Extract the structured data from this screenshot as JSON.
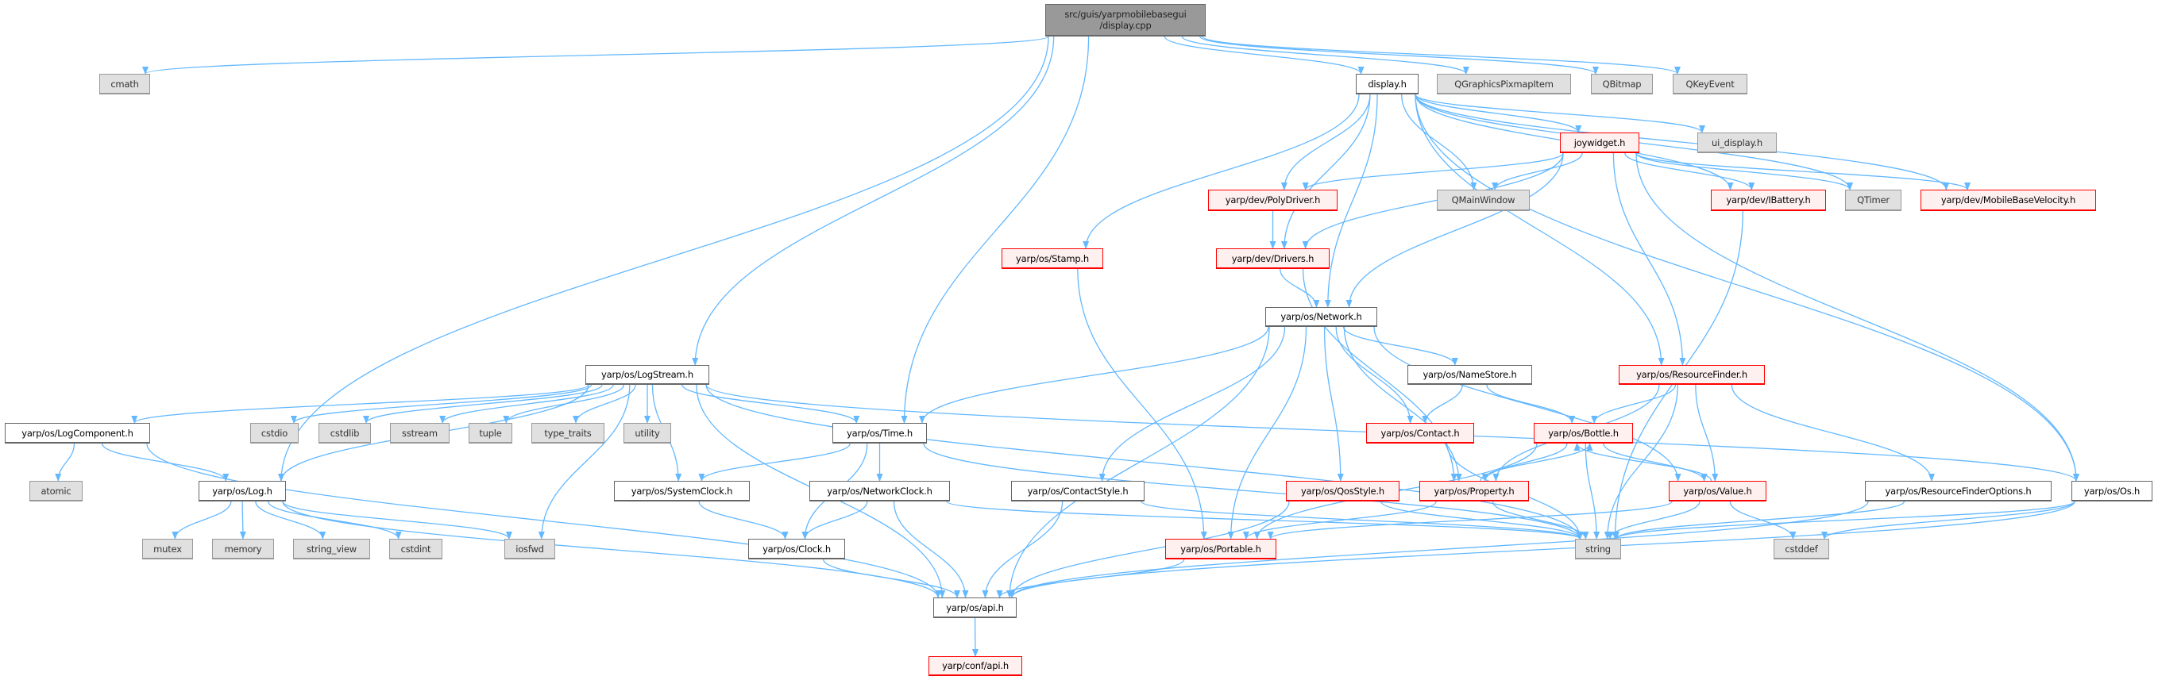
{
  "graph": {
    "edge_color": "#63b8ff",
    "nodes": [
      {
        "id": "root",
        "kind": "root",
        "label": "src/guis/yarpmobilebasegui",
        "label2": "/display.cpp"
      },
      {
        "id": "cmath",
        "kind": "system",
        "label": "cmath"
      },
      {
        "id": "display_h",
        "kind": "normal",
        "label": "display.h"
      },
      {
        "id": "qgpi",
        "kind": "system",
        "label": "QGraphicsPixmapItem"
      },
      {
        "id": "qbitmap",
        "kind": "system",
        "label": "QBitmap"
      },
      {
        "id": "qkeyevent",
        "kind": "system",
        "label": "QKeyEvent"
      },
      {
        "id": "joywidget",
        "kind": "red",
        "label": "joywidget.h"
      },
      {
        "id": "ui_display",
        "kind": "system",
        "label": "ui_display.h"
      },
      {
        "id": "polydriver",
        "kind": "red",
        "label": "yarp/dev/PolyDriver.h"
      },
      {
        "id": "qmainwindow",
        "kind": "system",
        "label": "QMainWindow"
      },
      {
        "id": "ibattery",
        "kind": "red",
        "label": "yarp/dev/IBattery.h"
      },
      {
        "id": "qtimer",
        "kind": "system",
        "label": "QTimer"
      },
      {
        "id": "mbv",
        "kind": "red",
        "label": "yarp/dev/MobileBaseVelocity.h"
      },
      {
        "id": "stamp",
        "kind": "red",
        "label": "yarp/os/Stamp.h"
      },
      {
        "id": "drivers",
        "kind": "red",
        "label": "yarp/dev/Drivers.h"
      },
      {
        "id": "network",
        "kind": "normal",
        "label": "yarp/os/Network.h"
      },
      {
        "id": "logstream",
        "kind": "normal",
        "label": "yarp/os/LogStream.h"
      },
      {
        "id": "namestore",
        "kind": "normal",
        "label": "yarp/os/NameStore.h"
      },
      {
        "id": "resfinder",
        "kind": "red",
        "label": "yarp/os/ResourceFinder.h"
      },
      {
        "id": "logcomponent",
        "kind": "normal",
        "label": "yarp/os/LogComponent.h"
      },
      {
        "id": "cstdio",
        "kind": "system",
        "label": "cstdio"
      },
      {
        "id": "cstdlib",
        "kind": "system",
        "label": "cstdlib"
      },
      {
        "id": "sstream",
        "kind": "system",
        "label": "sstream"
      },
      {
        "id": "tuple",
        "kind": "system",
        "label": "tuple"
      },
      {
        "id": "type_traits",
        "kind": "system",
        "label": "type_traits"
      },
      {
        "id": "utility",
        "kind": "system",
        "label": "utility"
      },
      {
        "id": "time",
        "kind": "normal",
        "label": "yarp/os/Time.h"
      },
      {
        "id": "contact",
        "kind": "red",
        "label": "yarp/os/Contact.h"
      },
      {
        "id": "bottle",
        "kind": "red",
        "label": "yarp/os/Bottle.h"
      },
      {
        "id": "atomic",
        "kind": "system",
        "label": "atomic"
      },
      {
        "id": "log",
        "kind": "normal",
        "label": "yarp/os/Log.h"
      },
      {
        "id": "systemclock",
        "kind": "normal",
        "label": "yarp/os/SystemClock.h"
      },
      {
        "id": "networkclock",
        "kind": "normal",
        "label": "yarp/os/NetworkClock.h"
      },
      {
        "id": "contactstyle",
        "kind": "normal",
        "label": "yarp/os/ContactStyle.h"
      },
      {
        "id": "qosstyle",
        "kind": "red",
        "label": "yarp/os/QosStyle.h"
      },
      {
        "id": "property",
        "kind": "red",
        "label": "yarp/os/Property.h"
      },
      {
        "id": "value",
        "kind": "red",
        "label": "yarp/os/Value.h"
      },
      {
        "id": "rfoptions",
        "kind": "normal",
        "label": "yarp/os/ResourceFinderOptions.h"
      },
      {
        "id": "os",
        "kind": "normal",
        "label": "yarp/os/Os.h"
      },
      {
        "id": "mutex",
        "kind": "system",
        "label": "mutex"
      },
      {
        "id": "memory",
        "kind": "system",
        "label": "memory"
      },
      {
        "id": "string_view",
        "kind": "system",
        "label": "string_view"
      },
      {
        "id": "cstdint",
        "kind": "system",
        "label": "cstdint"
      },
      {
        "id": "iosfwd",
        "kind": "system",
        "label": "iosfwd"
      },
      {
        "id": "clock",
        "kind": "normal",
        "label": "yarp/os/Clock.h"
      },
      {
        "id": "portable",
        "kind": "red",
        "label": "yarp/os/Portable.h"
      },
      {
        "id": "string",
        "kind": "system",
        "label": "string"
      },
      {
        "id": "cstddef",
        "kind": "system",
        "label": "cstddef"
      },
      {
        "id": "api",
        "kind": "normal",
        "label": "yarp/os/api.h"
      },
      {
        "id": "confapi",
        "kind": "red",
        "label": "yarp/conf/api.h"
      }
    ],
    "edges": [
      [
        "root",
        "cmath"
      ],
      [
        "root",
        "display_h"
      ],
      [
        "root",
        "qgpi"
      ],
      [
        "root",
        "qbitmap"
      ],
      [
        "root",
        "qkeyevent"
      ],
      [
        "root",
        "log"
      ],
      [
        "root",
        "logstream"
      ],
      [
        "root",
        "time"
      ],
      [
        "display_h",
        "joywidget"
      ],
      [
        "display_h",
        "ui_display"
      ],
      [
        "display_h",
        "polydriver"
      ],
      [
        "display_h",
        "qmainwindow"
      ],
      [
        "display_h",
        "ibattery"
      ],
      [
        "display_h",
        "qtimer"
      ],
      [
        "display_h",
        "mbv"
      ],
      [
        "display_h",
        "stamp"
      ],
      [
        "display_h",
        "drivers"
      ],
      [
        "display_h",
        "network"
      ],
      [
        "display_h",
        "resfinder"
      ],
      [
        "display_h",
        "os"
      ],
      [
        "joywidget",
        "polydriver"
      ],
      [
        "joywidget",
        "qmainwindow"
      ],
      [
        "joywidget",
        "ibattery"
      ],
      [
        "joywidget",
        "qtimer"
      ],
      [
        "joywidget",
        "mbv"
      ],
      [
        "joywidget",
        "drivers"
      ],
      [
        "joywidget",
        "network"
      ],
      [
        "joywidget",
        "resfinder"
      ],
      [
        "joywidget",
        "os"
      ],
      [
        "polydriver",
        "drivers"
      ],
      [
        "drivers",
        "network"
      ],
      [
        "drivers",
        "property"
      ],
      [
        "stamp",
        "portable"
      ],
      [
        "ibattery",
        "string"
      ],
      [
        "network",
        "time"
      ],
      [
        "network",
        "contactstyle"
      ],
      [
        "network",
        "namestore"
      ],
      [
        "network",
        "contact"
      ],
      [
        "network",
        "qosstyle"
      ],
      [
        "network",
        "property"
      ],
      [
        "network",
        "value"
      ],
      [
        "network",
        "portable"
      ],
      [
        "network",
        "api"
      ],
      [
        "namestore",
        "contact"
      ],
      [
        "namestore",
        "bottle"
      ],
      [
        "resfinder",
        "bottle"
      ],
      [
        "resfinder",
        "property"
      ],
      [
        "resfinder",
        "value"
      ],
      [
        "resfinder",
        "string"
      ],
      [
        "resfinder",
        "rfoptions"
      ],
      [
        "logstream",
        "logcomponent"
      ],
      [
        "logstream",
        "log"
      ],
      [
        "logstream",
        "cstdio"
      ],
      [
        "logstream",
        "cstdlib"
      ],
      [
        "logstream",
        "sstream"
      ],
      [
        "logstream",
        "tuple"
      ],
      [
        "logstream",
        "type_traits"
      ],
      [
        "logstream",
        "utility"
      ],
      [
        "logstream",
        "time"
      ],
      [
        "logstream",
        "systemclock"
      ],
      [
        "logstream",
        "iosfwd"
      ],
      [
        "logstream",
        "api"
      ],
      [
        "logstream",
        "string"
      ],
      [
        "logstream",
        "os"
      ],
      [
        "logcomponent",
        "atomic"
      ],
      [
        "logcomponent",
        "log"
      ],
      [
        "logcomponent",
        "api"
      ],
      [
        "log",
        "mutex"
      ],
      [
        "log",
        "memory"
      ],
      [
        "log",
        "string_view"
      ],
      [
        "log",
        "cstdint"
      ],
      [
        "log",
        "iosfwd"
      ],
      [
        "log",
        "api"
      ],
      [
        "time",
        "systemclock"
      ],
      [
        "time",
        "networkclock"
      ],
      [
        "time",
        "clock"
      ],
      [
        "time",
        "string"
      ],
      [
        "systemclock",
        "clock"
      ],
      [
        "networkclock",
        "clock"
      ],
      [
        "networkclock",
        "api"
      ],
      [
        "networkclock",
        "string"
      ],
      [
        "clock",
        "api"
      ],
      [
        "contactstyle",
        "api"
      ],
      [
        "contactstyle",
        "string"
      ],
      [
        "contact",
        "string"
      ],
      [
        "bottle",
        "property"
      ],
      [
        "bottle",
        "value"
      ],
      [
        "bottle",
        "portable"
      ],
      [
        "bottle",
        "string"
      ],
      [
        "property",
        "bottle"
      ],
      [
        "property",
        "portable"
      ],
      [
        "property",
        "string"
      ],
      [
        "value",
        "bottle"
      ],
      [
        "value",
        "portable"
      ],
      [
        "value",
        "string"
      ],
      [
        "value",
        "cstddef"
      ],
      [
        "qosstyle",
        "api"
      ],
      [
        "qosstyle",
        "string"
      ],
      [
        "portable",
        "api"
      ],
      [
        "rfoptions",
        "string"
      ],
      [
        "rfoptions",
        "api"
      ],
      [
        "os",
        "string"
      ],
      [
        "os",
        "cstddef"
      ],
      [
        "os",
        "api"
      ],
      [
        "api",
        "confapi"
      ]
    ]
  }
}
